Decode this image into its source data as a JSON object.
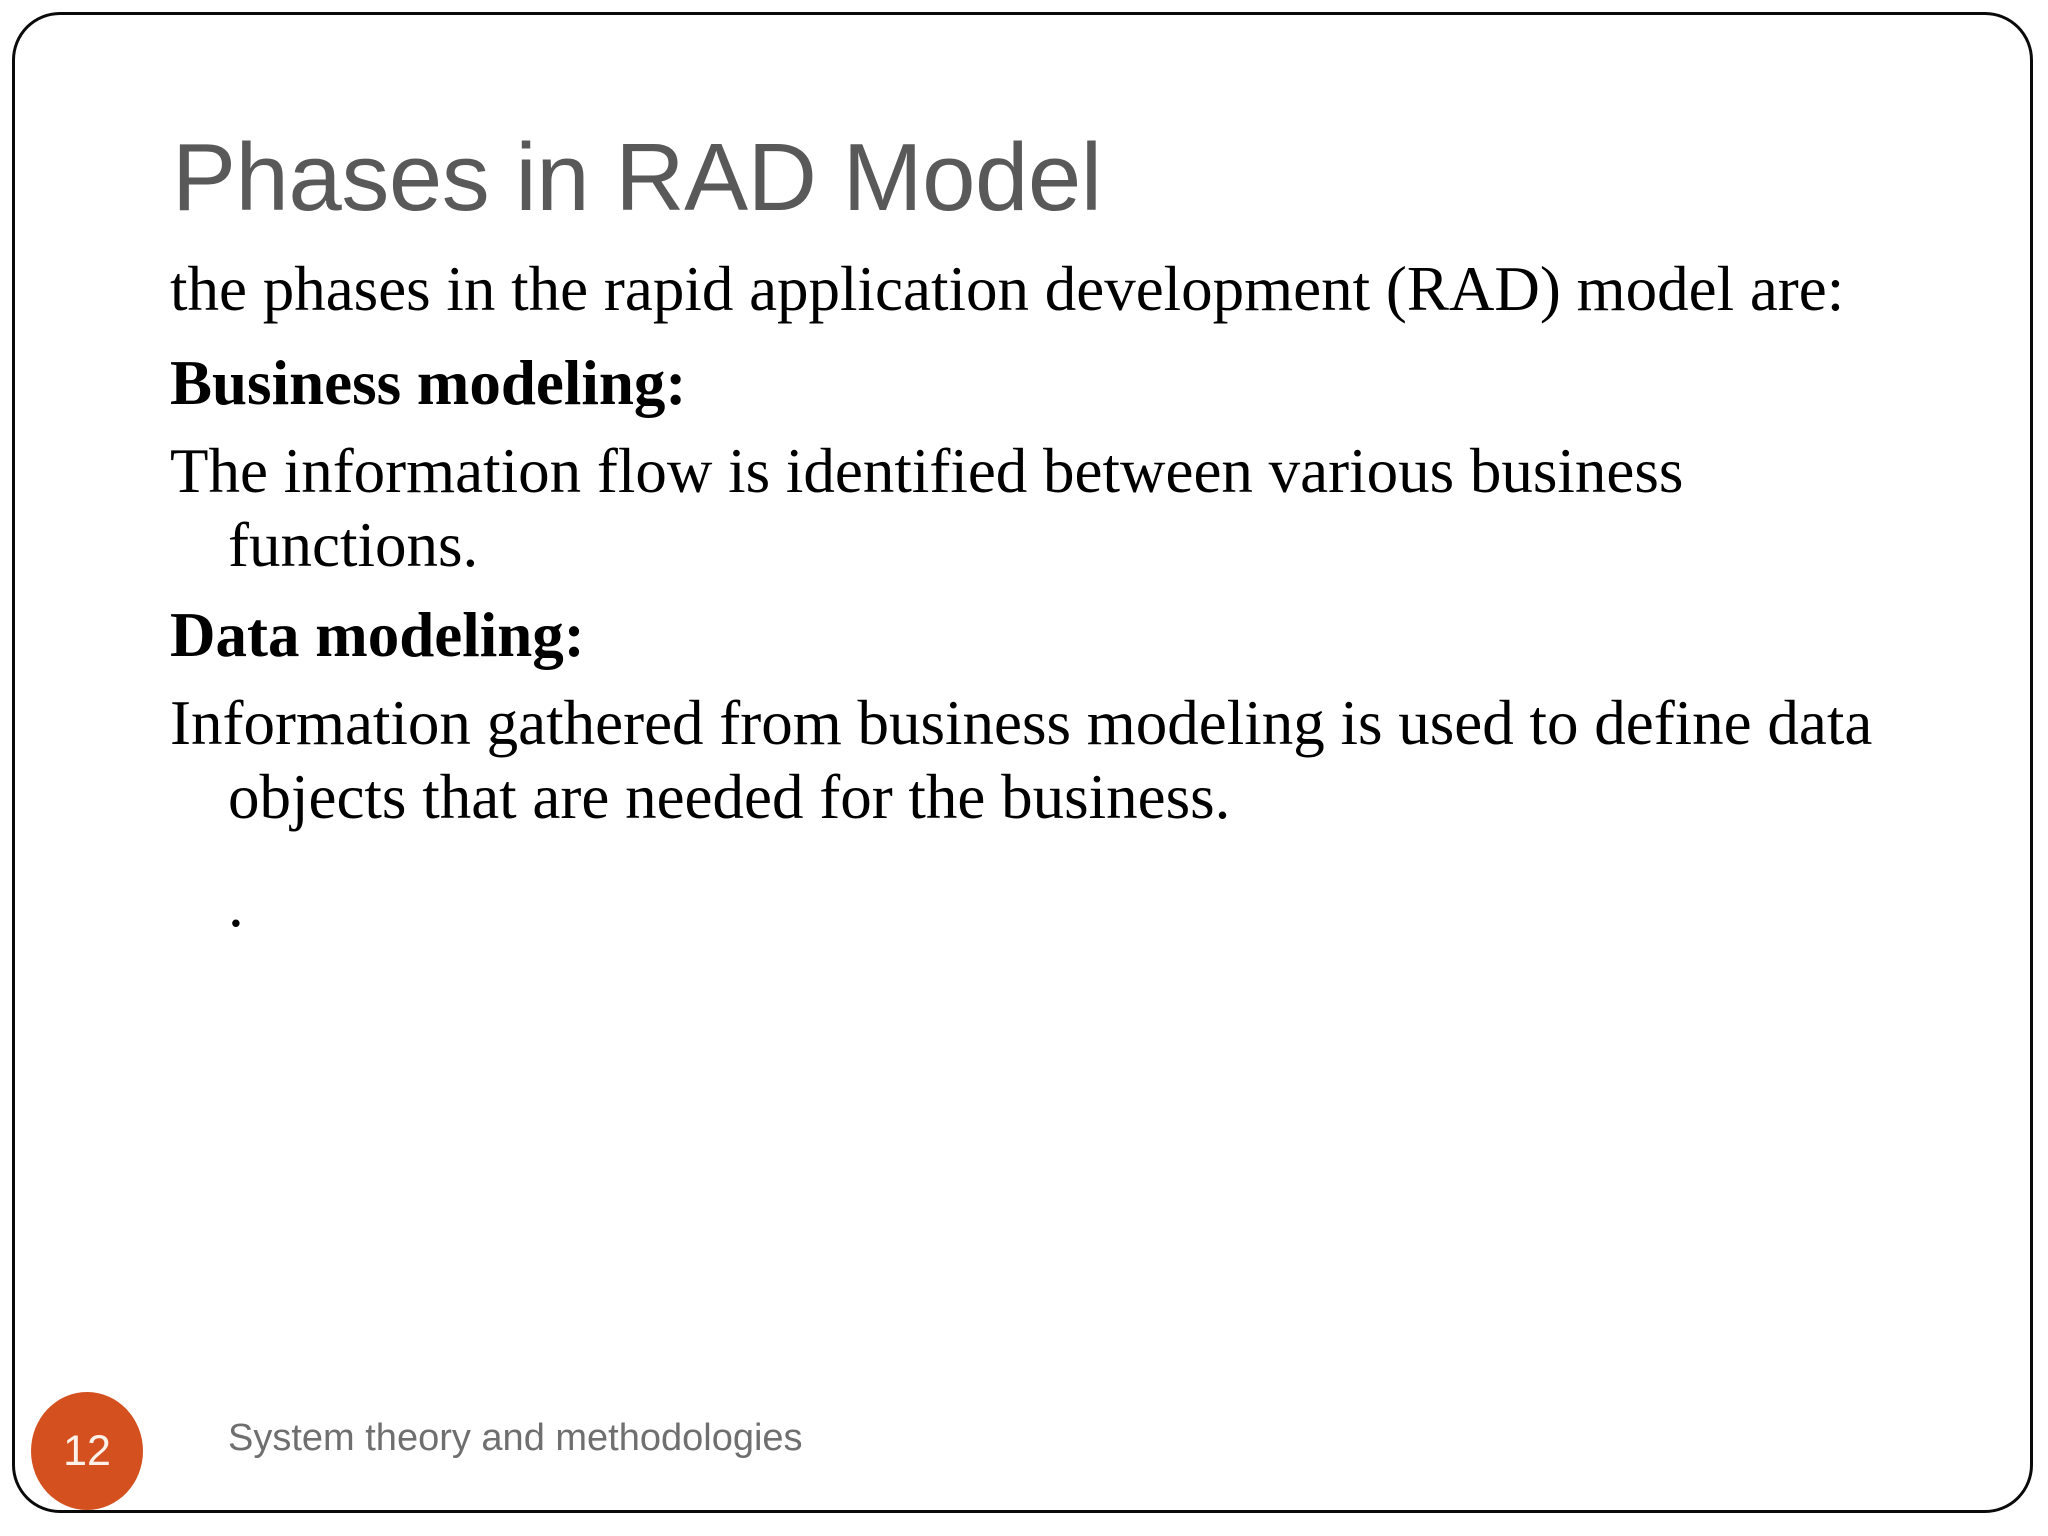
{
  "slide": {
    "title": "Phases in RAD Model",
    "title_color": "#595959",
    "background_color": "#ffffff",
    "border_color": "#0a0a0a",
    "body": [
      {
        "kind": "paragraph",
        "bold": false,
        "text": "the phases in the rapid application development (RAD) model are:"
      },
      {
        "kind": "heading",
        "bold": true,
        "text": "Business modeling:"
      },
      {
        "kind": "paragraph",
        "bold": false,
        "text": "The information flow is identified between various business functions."
      },
      {
        "kind": "heading",
        "bold": true,
        "text": "Data modeling:"
      },
      {
        "kind": "paragraph",
        "bold": false,
        "text": "Information gathered from business modeling is used to define data objects that are needed for the business."
      },
      {
        "kind": "paragraph",
        "bold": false,
        "text": "."
      }
    ]
  },
  "footer": {
    "page_number": "12",
    "badge_color": "#d4501e",
    "badge_text_color": "#fdf1e9",
    "subtitle": "System theory and methodologies",
    "subtitle_color": "#6f6f6f"
  }
}
